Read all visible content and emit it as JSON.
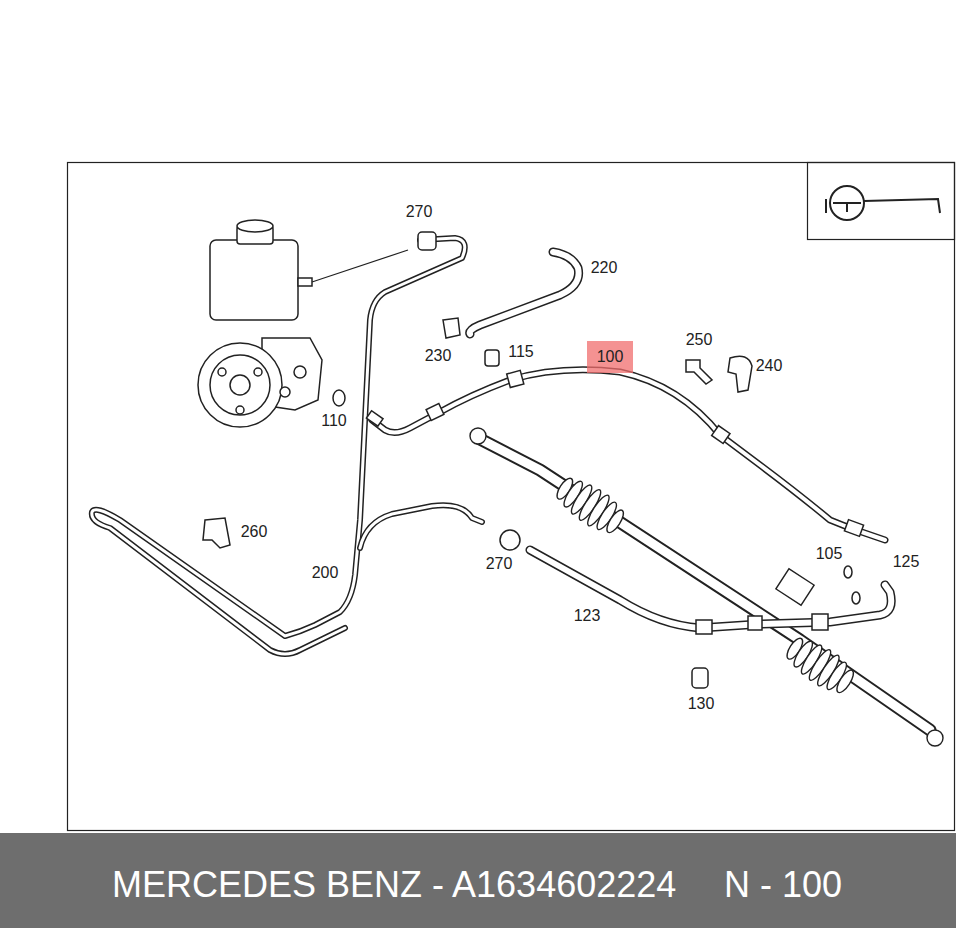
{
  "diagram": {
    "nodes": [
      {
        "text": [
          "100"
        ]
      },
      {
        "text": [
          "MERCEDES BENZ - A1634602224",
          "N - 100"
        ]
      }
    ],
    "labels": [
      "270",
      "220",
      "250",
      "230",
      "115",
      "240",
      "110",
      "260",
      "105",
      "125",
      "200",
      "270",
      "123",
      "130"
    ]
  }
}
